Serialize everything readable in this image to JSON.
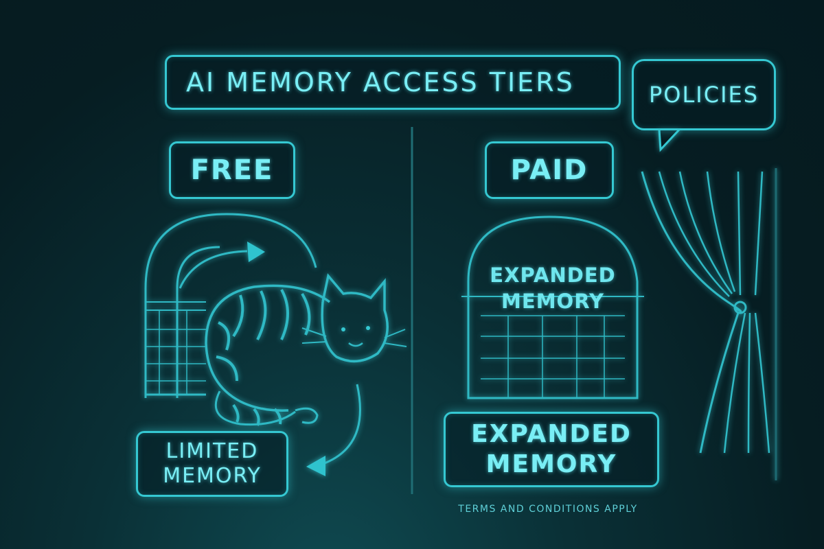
{
  "title": "AI MEMORY ACCESS TIERS",
  "policies_label": "POLICIES",
  "free": {
    "label": "FREE",
    "memory_lines": [
      "LIMITED",
      "MEMORY"
    ]
  },
  "paid": {
    "label": "PAID",
    "arch_lines": [
      "EXPANDED",
      "MEMORY"
    ],
    "memory_lines": [
      "EXPANDED",
      "MEMORY"
    ]
  },
  "terms": "TERMS AND CONDITIONS APPLY",
  "icons": [
    "cat-icon",
    "curtain-icon",
    "speech-bubble-icon",
    "arrow-icon"
  ],
  "colors": {
    "accent": "#35c8d2",
    "text": "#79eef5",
    "background": "#061d22"
  }
}
